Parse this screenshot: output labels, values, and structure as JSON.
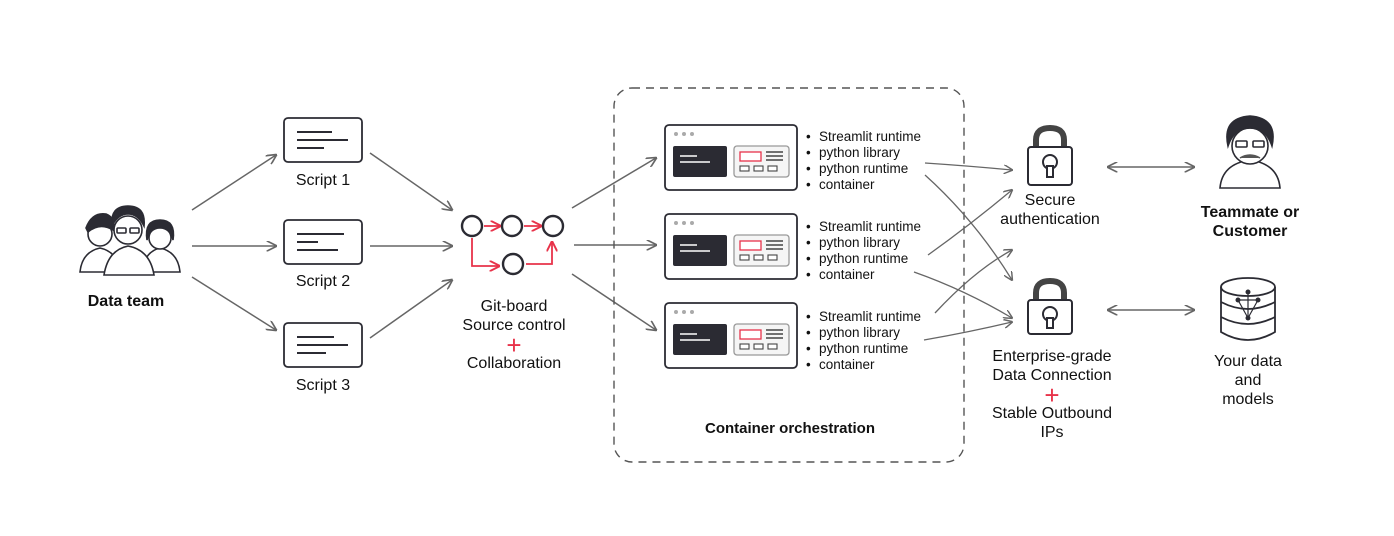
{
  "data_team": {
    "label": "Data team"
  },
  "scripts": [
    {
      "label": "Script 1"
    },
    {
      "label": "Script 2"
    },
    {
      "label": "Script 3"
    }
  ],
  "gitboard": {
    "line1": "Git-board",
    "line2": "Source control",
    "plus": "+",
    "line3": "Collaboration"
  },
  "orchestration": {
    "label": "Container orchestration",
    "containers": [
      {
        "items": [
          "Streamlit runtime",
          "python library",
          "python runtime",
          "container"
        ]
      },
      {
        "items": [
          "Streamlit runtime",
          "python library",
          "python runtime",
          "container"
        ]
      },
      {
        "items": [
          "Streamlit runtime",
          "python library",
          "python runtime",
          "container"
        ]
      }
    ]
  },
  "secure_auth": {
    "line1": "Secure",
    "line2": "authentication"
  },
  "data_connection": {
    "line1": "Enterprise-grade",
    "line2": "Data Connection",
    "plus": "+",
    "line3": "Stable Outbound",
    "line4": "IPs"
  },
  "customer": {
    "line1": "Teammate or",
    "line2": "Customer"
  },
  "your_data": {
    "line1": "Your data",
    "line2": "and",
    "line3": "models"
  },
  "colors": {
    "accent": "#e8334a",
    "stroke": "#2b2b33",
    "arrow": "#666666",
    "border": "#555555"
  },
  "icons": [
    "people-group-icon",
    "script-doc-icon",
    "git-graph-icon",
    "app-window-icon",
    "padlock-icon",
    "person-icon",
    "database-icon"
  ]
}
